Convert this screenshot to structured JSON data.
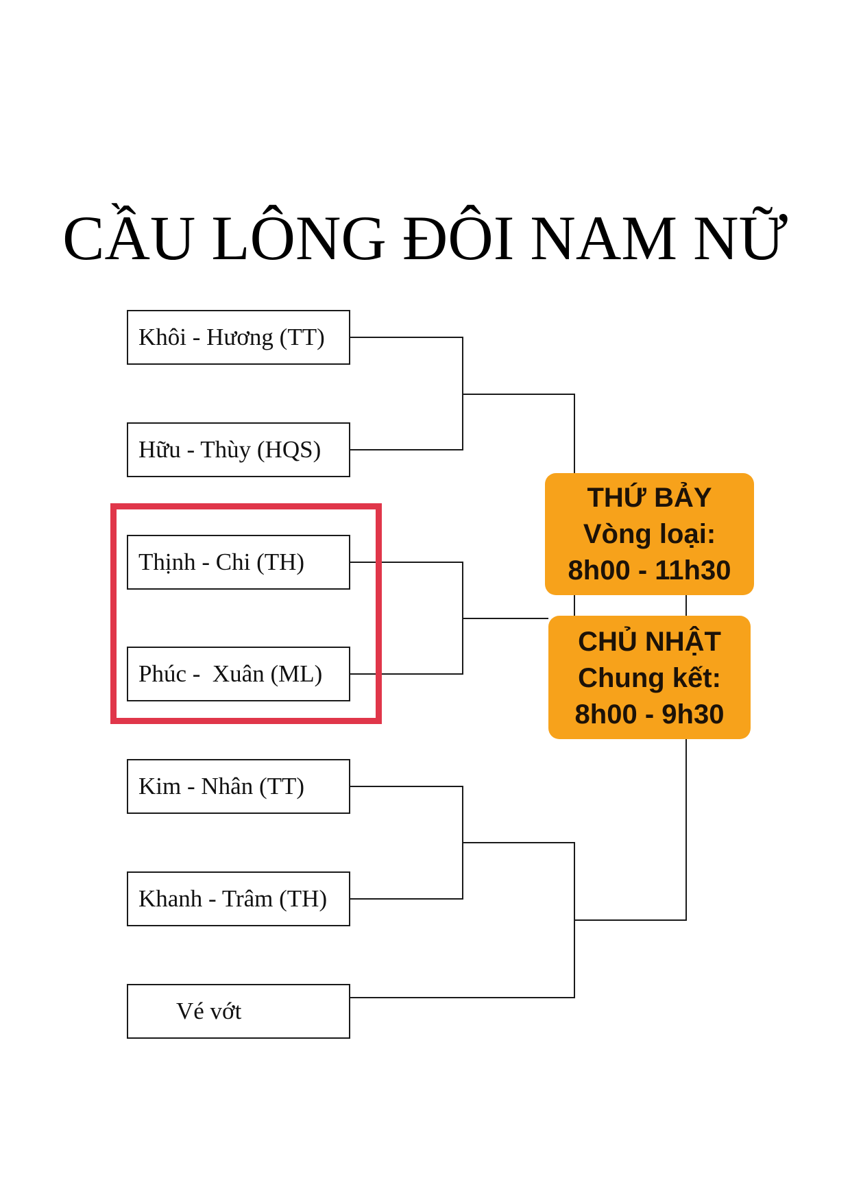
{
  "title": "CẦU LÔNG ĐÔI NAM NỮ",
  "teams": [
    {
      "label": "Khôi - Hương (TT)"
    },
    {
      "label": "Hữu - Thùy (HQS)"
    },
    {
      "label": "Thịnh - Chi (TH)"
    },
    {
      "label": "Phúc -  Xuân (ML)"
    },
    {
      "label": "Kim - Nhân (TT)"
    },
    {
      "label": "Khanh - Trâm (TH)"
    },
    {
      "label": "Vé vớt"
    }
  ],
  "saturday": {
    "day": "THỨ BẢY",
    "round": "Vòng loại:",
    "time": "8h00 - 11h30"
  },
  "sunday": {
    "day": "CHỦ NHẬT",
    "round": "Chung kết:",
    "time": "8h00 - 9h30"
  },
  "colors": {
    "badge": "#f7a21b",
    "highlight": "#e0364a",
    "line": "#1a1a1a"
  }
}
